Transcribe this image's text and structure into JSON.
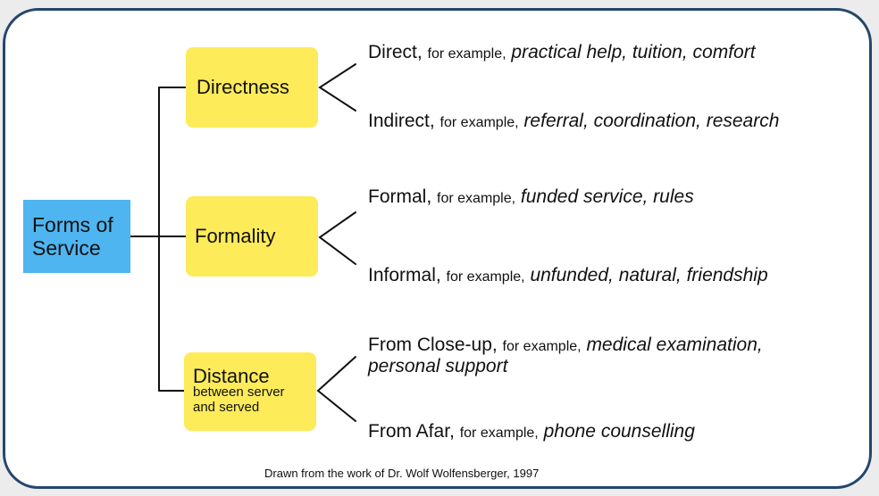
{
  "root": {
    "line1": "Forms of",
    "line2": "Service"
  },
  "branches": [
    {
      "label": "Directness",
      "sublabel": "",
      "leaves": [
        {
          "term": "Direct,",
          "connector": "for example,",
          "examples": "practical help, tuition, comfort",
          "examples2": ""
        },
        {
          "term": "Indirect,",
          "connector": "for example,",
          "examples": "referral, coordination, research",
          "examples2": ""
        }
      ]
    },
    {
      "label": "Formality",
      "sublabel": "",
      "leaves": [
        {
          "term": "Formal,",
          "connector": "for example,",
          "examples": "funded service, rules",
          "examples2": ""
        },
        {
          "term": "Informal,",
          "connector": "for example,",
          "examples": "unfunded, natural, friendship",
          "examples2": ""
        }
      ]
    },
    {
      "label": "Distance",
      "sublabel_line1": "between server",
      "sublabel_line2": "and served",
      "leaves": [
        {
          "term": "From Close-up,",
          "connector": "for example,",
          "examples": "medical examination,",
          "examples2": "personal support"
        },
        {
          "term": "From Afar,",
          "connector": "for example,",
          "examples": "phone counselling",
          "examples2": ""
        }
      ]
    }
  ],
  "caption": "Drawn from the work of Dr. Wolf Wolfensberger, 1997",
  "colors": {
    "root_fill": "#4fb5f0",
    "branch_fill": "#fdeb5a",
    "frame_border": "#24466e"
  }
}
